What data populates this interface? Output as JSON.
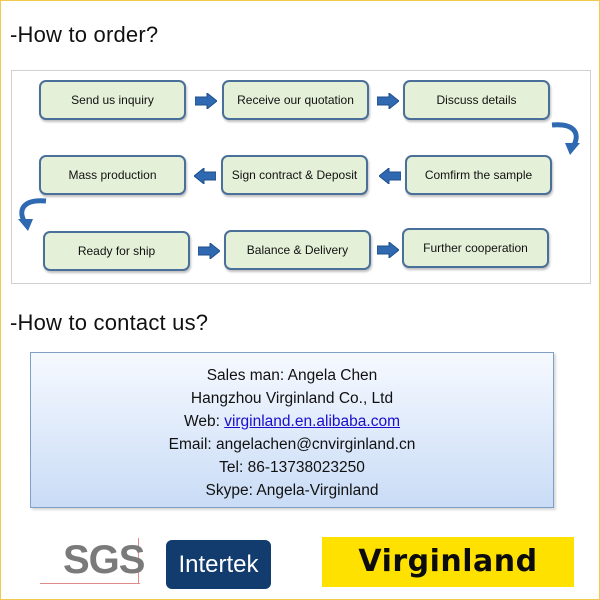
{
  "order_heading": "-How to order?",
  "contact_heading": "-How to contact us?",
  "flow": {
    "steps": [
      "Send us inquiry",
      "Receive our  quotation",
      "Discuss details",
      "Comfirm the sample",
      "Sign contract & Deposit",
      "Mass production",
      "Ready for ship",
      "Balance & Delivery",
      "Further cooperation"
    ],
    "colors": {
      "box_fill": "#e4f0d8",
      "box_border": "#4a6f99",
      "arrow": "#2e69b2"
    }
  },
  "contact": {
    "salesman": "Sales man: Angela Chen",
    "company": "Hangzhou Virginland Co., Ltd",
    "web_label": "Web: ",
    "web_link": "virginland.en.alibaba.com",
    "email": "Email: angelachen@cnvirginland.cn",
    "tel": "Tel: 86-13738023250",
    "skype": "Skype: Angela-Virginland"
  },
  "logos": {
    "sgs": "SGS",
    "intertek": "Intertek",
    "virginland": "Virginland"
  }
}
